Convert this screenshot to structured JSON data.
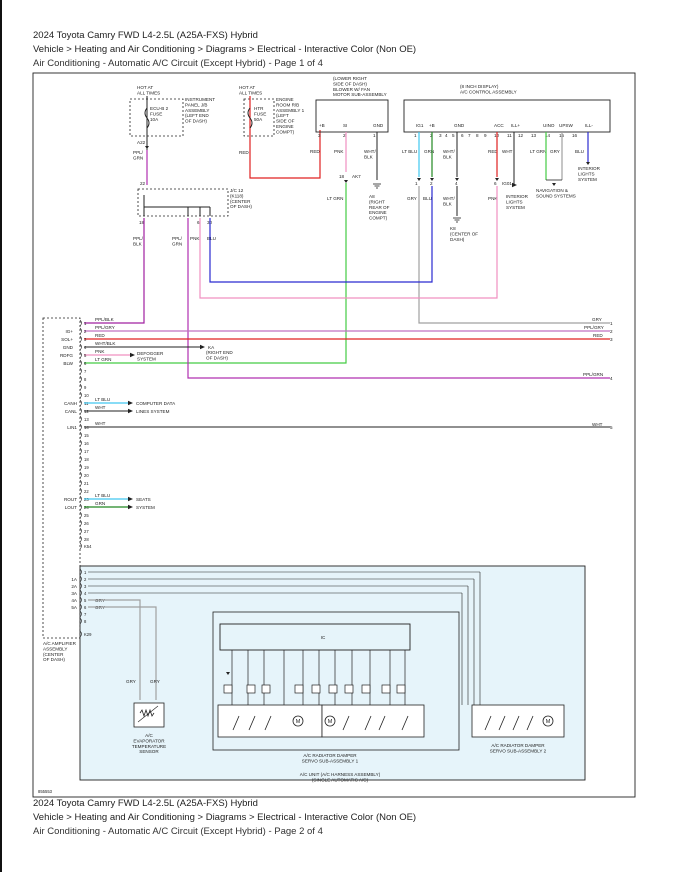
{
  "header_top": {
    "line1": "2024 Toyota Camry FWD L4-2.5L (A25A-FXS) Hybrid",
    "line2": "Vehicle > Heating and Air Conditioning > Diagrams > Electrical - Interactive Color (Non OE)",
    "line3": "Air Conditioning - Automatic A/C Circuit (Except Hybrid) - Page 1 of 4"
  },
  "header_bottom": {
    "line1": "2024 Toyota Camry FWD L4-2.5L (A25A-FXS) Hybrid",
    "line2": "Vehicle > Heating and Air Conditioning > Diagrams > Electrical - Interactive Color (Non OE)",
    "line3": "Air Conditioning - Automatic A/C Circuit (Except Hybrid) - Page 2 of 4"
  },
  "colors": {
    "ppl_blk": "#a020a0",
    "ppl_gry": "#c070c0",
    "red": "#e02020",
    "lt_grn": "#44cc44",
    "pnk": "#f090c0",
    "blu": "#2a2ad0",
    "lt_blu": "#40c8f0",
    "grn": "#228822",
    "gry": "#a0a0a0",
    "ppl_grn": "#b030b0",
    "wire_black": "#222222"
  },
  "diagram": {
    "hot1": [
      "HOT AT",
      "ALL TIMES"
    ],
    "hot2": [
      "HOT AT",
      "ALL TIMES"
    ],
    "fuse1_label": [
      "ECU-B 2",
      "FUSE",
      "10A"
    ],
    "fuse1_desc": [
      "INSTRUMENT",
      "PANEL J/B",
      "ASSEMBLY",
      "(LEFT END",
      "OF DASH)"
    ],
    "fuse2_label": [
      "HTR",
      "FUSE",
      "50A"
    ],
    "fuse2_desc": [
      "ENGINE",
      "ROOM R/B",
      "ASSEMBLY 1",
      "(LEFT",
      "SIDE OF",
      "ENGINE",
      "COMPT)"
    ],
    "a22": "A22",
    "ppl_grn_short": [
      "PPL/",
      "GRN"
    ],
    "red_short": "RED",
    "jc_num": "22",
    "jc_label": [
      "J/C 12",
      "(K118)",
      "(CENTER",
      "OF DASH)"
    ],
    "jc_pins": [
      "18",
      "6",
      "30"
    ],
    "jc_wires": [
      [
        "PPL/",
        "BLK"
      ],
      [
        "PPL/",
        "GRN"
      ],
      [
        "PNK"
      ],
      [
        "BLU"
      ]
    ],
    "blower_title": [
      "(LOWER RIGHT",
      "SIDE OF DASH)",
      "BLOWER W/ FAN",
      "MOTOR SUB-ASSEMBLY"
    ],
    "blower_pins": [
      "+B",
      "SI",
      "GND"
    ],
    "blower_pin_nums": [
      "3",
      "2",
      "1"
    ],
    "blower_wires": [
      "RED",
      "PNK",
      "WHT/BLK"
    ],
    "ak7_pin": "18",
    "ak7": "AK7",
    "lt_grn_label": "LT GRN",
    "a8": [
      "A8",
      "(RIGHT",
      "REAR OF",
      "ENGINE",
      "COMPT)"
    ],
    "disp_title": [
      "(8 INCH DISPLAY)",
      "A/C CONTROL ASSEMBLY"
    ],
    "disp_pins": [
      "IG1",
      "+B",
      "GND",
      "ACC",
      "ILL+",
      "UINO",
      "UPSW",
      "ILL-"
    ],
    "disp_pin_nums": [
      "1",
      "2",
      "3",
      "4",
      "5",
      "6",
      "7",
      "8",
      "9",
      "10",
      "11",
      "12",
      "13",
      "14",
      "15",
      "16"
    ],
    "disp_wires": [
      "LT BLU",
      "GRN",
      "WHT/BLK",
      "RED",
      "WHT",
      "LT GRN",
      "GRY",
      "BLU"
    ],
    "disp_lower_pins": [
      "1",
      "2",
      "4",
      "6"
    ],
    "ig01": "IG01",
    "disp_lower_wires": [
      "GRY",
      "BLU",
      "WHT/BLK",
      "PNK"
    ],
    "k8": [
      "K8",
      "(CENTER OF",
      "DASH)"
    ],
    "int_lights1": [
      "INTERIOR",
      "LIGHTS",
      "SYSTEM"
    ],
    "nav": [
      "NAVIGATION &",
      "SOUND SYSTEMS"
    ],
    "int_lights2": [
      "INTERIOR",
      "LIGHTS",
      "SYSTEM"
    ],
    "amp_names": [
      "IG+",
      "SOL+",
      "GND",
      "RDFG",
      "BLW",
      "CANH",
      "CANL",
      "LIN1",
      "ROUT",
      "LOUT",
      "1A",
      "2A",
      "3A",
      "4A",
      "5A"
    ],
    "amp_pins": [
      "1",
      "2",
      "3",
      "4",
      "5",
      "6",
      "7",
      "8",
      "9",
      "10",
      "11",
      "12",
      "13",
      "14",
      "15",
      "16",
      "17",
      "18",
      "19",
      "20",
      "21",
      "22",
      "23",
      "24",
      "25",
      "26",
      "27",
      "28",
      "K54"
    ],
    "amp_wires": [
      "PPL/BLK",
      "PPL/GRY",
      "RED",
      "WHT/BLK",
      "PNK",
      "LT GRN",
      "LT BLU",
      "WHT",
      "WHT",
      "LT BLU",
      "GRN"
    ],
    "ka": "KA",
    "ka_loc": [
      "(RIGHT END",
      "OF DASH)"
    ],
    "defogger": [
      "DEFOGGER",
      "SYSTEM"
    ],
    "can_dest": [
      "COMPUTER DATA",
      "LINES SYSTEM"
    ],
    "seats": [
      "SEATS",
      "SYSTEM"
    ],
    "right_labels": [
      "GRY",
      "PPL/GRY",
      "RED",
      "PPL/GRN",
      "WHT"
    ],
    "right_nums": [
      "1",
      "2",
      "3",
      "4",
      "5"
    ],
    "amp_lower_pins": [
      "1",
      "2",
      "3",
      "4",
      "5",
      "6",
      "7",
      "8",
      "K29"
    ],
    "amp_lower_wires": [
      "GRY",
      "GRY"
    ],
    "amp_title": [
      "A/C AMPLIFIER",
      "ASSEMBLY",
      "(CENTER",
      "OF DASH)"
    ],
    "ic": "IC",
    "evap_wires": [
      "GRY",
      "GRY"
    ],
    "evap": [
      "A/C",
      "EVAPORATOR",
      "TEMPERATURE",
      "SENSOR"
    ],
    "servo1": [
      "A/C RADIATOR DAMPER",
      "SERVO SUB-ASSEMBLY 1"
    ],
    "servo2": [
      "A/C RADIATOR DAMPER",
      "SERVO SUB-ASSEMBLY 2"
    ],
    "unit": [
      "A/C UNIT (A/C HARNESS ASSEMBLY)",
      "(SINGLE AUTOMATIC A/C)"
    ],
    "code": "855553",
    "motor": "M"
  }
}
